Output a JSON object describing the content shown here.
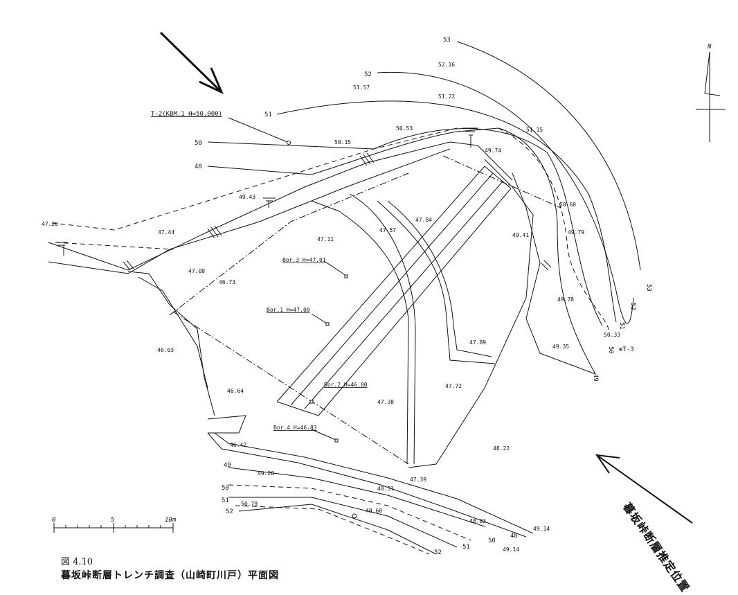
{
  "figure": {
    "number": "図 4.10",
    "title": "暮坂峠断層トレンチ調査（山崎町川戸）平面図"
  },
  "fault_label": "暮坂峠断層推定位置",
  "north_label": "N",
  "scale_bar": {
    "labels": [
      "0",
      "5",
      "10m"
    ]
  },
  "contour_labels": {
    "c53_top": "53",
    "c52_top": "52",
    "c51_top": "51",
    "c50_top": "50",
    "c48_top": "48",
    "c53_right": "53",
    "c52_right": "52",
    "c51_right": "51",
    "c50_right": "50",
    "c49_right": "49",
    "c49_bot": "49",
    "c50_bot": "50",
    "c51_bot": "51",
    "c52_bot": "52",
    "c52_br": "52",
    "c51_br": "51",
    "c50_br": "50",
    "c48_br": "48"
  },
  "benchmarks": {
    "t2": "T-2(KBM.1 H=50.000)",
    "t3": "⊕T-3",
    "bor1": "Bor.1 H=47.00",
    "bor2": "Bor.2 H=46.80",
    "bor3": "Bor.3 H=47.01",
    "bor4": "Bor.4 H=46.83"
  },
  "spot_heights": {
    "h1": "52.16",
    "h2": "51.57",
    "h3": "51.22",
    "h4": "50.53",
    "h5": "50.15",
    "h6": "51.15",
    "h7": "49.74",
    "h8": "50.60",
    "h9": "49.43",
    "h10": "47.20",
    "h11": "47.44",
    "h12": "47.11",
    "h13": "47.84",
    "h14": "49.41",
    "h15": "49.79",
    "h16": "47.57",
    "h17": "47.08",
    "h18": "46.73",
    "h19": "49.78",
    "h20": "46.03",
    "h21": "47.89",
    "h22": "49.35",
    "h23": "50.33",
    "h24": "46.64",
    "h25": "47.38",
    "h26": "47.72",
    "h27": "46.42",
    "h28": "48.22",
    "h29": "49.20",
    "h30": "47.39",
    "h31": "48.31",
    "h32": "50.79",
    "h33": "49.60",
    "h34": "48.83",
    "h35": "49.14",
    "h36": "49.14"
  }
}
